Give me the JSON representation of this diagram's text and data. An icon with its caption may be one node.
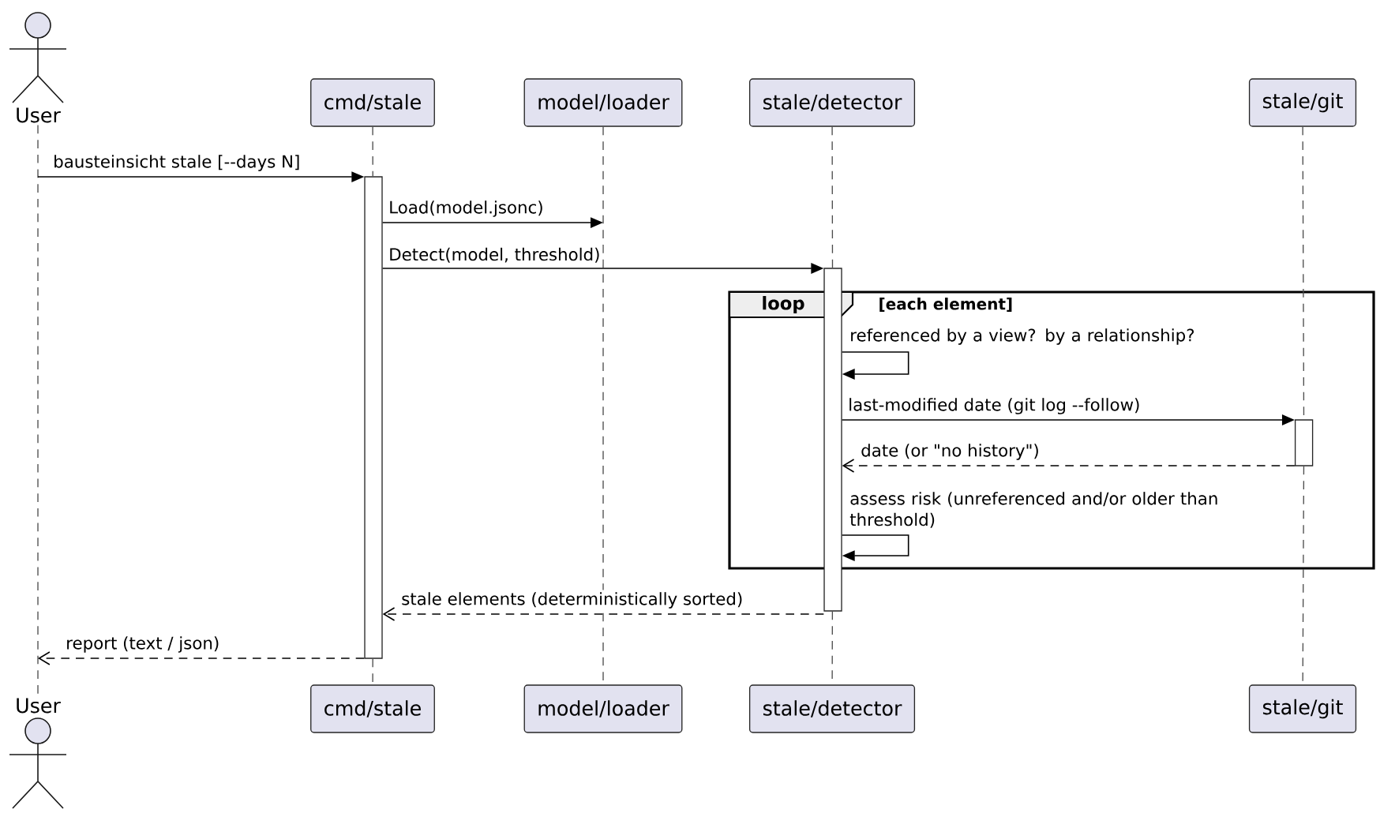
{
  "diagram": {
    "nodes": [
      {
        "text": [
          "User"
        ]
      },
      {
        "text": [
          "cmd/stale"
        ]
      },
      {
        "text": [
          "model/loader"
        ]
      },
      {
        "text": [
          "stale/detector"
        ]
      },
      {
        "text": [
          "stale/git"
        ]
      },
      {
        "text": [
          "loop",
          "[each element]"
        ]
      },
      {
        "text": [],
        "shape": "bar"
      },
      {
        "text": [],
        "shape": "bar"
      },
      {
        "text": [],
        "shape": "bar",
        "in": 5
      },
      {
        "text": [
          "User"
        ]
      },
      {
        "text": [
          "cmd/stale"
        ]
      },
      {
        "text": [
          "model/loader"
        ]
      },
      {
        "text": [
          "stale/detector"
        ]
      },
      {
        "text": [
          "stale/git"
        ]
      }
    ],
    "edges": [
      {
        "from": 0,
        "to": 9,
        "arrow": "none",
        "style": "dashed"
      },
      {
        "from": 1,
        "to": 6,
        "arrow": "none",
        "style": "dashed"
      },
      {
        "from": 6,
        "to": 10,
        "arrow": "none",
        "style": "dashed"
      },
      {
        "from": 2,
        "to": 11,
        "arrow": "none",
        "style": "dashed"
      },
      {
        "from": 3,
        "to": 7,
        "arrow": "none",
        "style": "dashed"
      },
      {
        "from": 7,
        "to": 12,
        "arrow": "none",
        "style": "dashed"
      },
      {
        "from": 4,
        "to": 8,
        "arrow": "none",
        "style": "dashed"
      },
      {
        "from": 8,
        "to": 13,
        "arrow": "none",
        "style": "dashed"
      },
      {
        "from": 0,
        "to": 6,
        "arrow": "to",
        "label": "bausteinsicht stale [--days N]"
      },
      {
        "from": 6,
        "to": null,
        "arrow": "to",
        "label": "Load(model.jsonc)"
      },
      {
        "from": 6,
        "to": 7,
        "arrow": "to",
        "label": "Detect(model, threshold)"
      },
      {
        "from": 7,
        "to": 7,
        "arrow": "to",
        "label": "referenced by a view? by a relationship?"
      },
      {
        "from": 7,
        "to": 8,
        "arrow": "to",
        "label": "last-modified date (git log --follow)"
      },
      {
        "from": 8,
        "to": 7,
        "arrow": "to",
        "label": "date (or \"no history\")",
        "style": "dashed"
      },
      {
        "from": 7,
        "to": 7,
        "arrow": "to",
        "label": "assess risk (unreferenced and/or older than threshold)"
      },
      {
        "from": 7,
        "to": 6,
        "arrow": "to",
        "label": "stale elements (deterministically sorted)",
        "style": "dashed"
      },
      {
        "from": 6,
        "to": 9,
        "arrow": "to",
        "label": "report (text / json)",
        "style": "dashed"
      }
    ]
  }
}
